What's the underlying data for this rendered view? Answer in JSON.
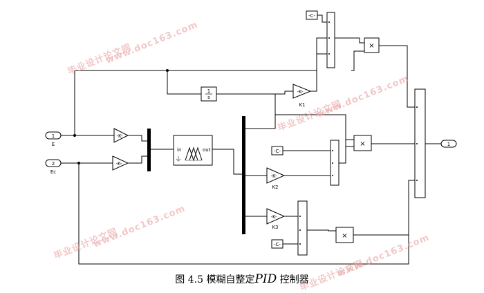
{
  "caption": {
    "prefix": "图 4.5 模糊自整定",
    "italic": "PID",
    "suffix": " 控制器"
  },
  "inports": [
    {
      "num": "1",
      "label": "E"
    },
    {
      "num": "2",
      "label": "Ec"
    }
  ],
  "outport": {
    "num": "1"
  },
  "gains": {
    "input_gain": "-K-",
    "k1": {
      "text": "-K-",
      "label": "K1"
    },
    "k2": {
      "text": "-K-",
      "label": "K2"
    },
    "k3": {
      "text": "-K-",
      "label": "K3"
    }
  },
  "constants": {
    "c1": "-C-",
    "c2": "-C-",
    "c3": "-C-"
  },
  "integrator": {
    "num": "1",
    "den": "s"
  },
  "fuzzy": {
    "in": "in",
    "out": "out"
  },
  "product": "×",
  "watermark": {
    "cn": "毕业设计论文网",
    "url": "www.doc163.com"
  }
}
